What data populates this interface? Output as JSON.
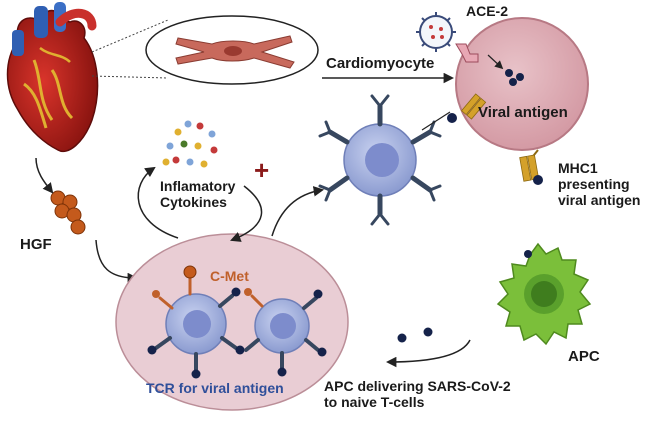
{
  "labels": {
    "ace2": "ACE-2",
    "cardiomyocyte": "Cardiomyocyte",
    "viral_antigen": "Viral antigen",
    "mhc1_line1": "MHC1",
    "mhc1_line2": "presenting",
    "mhc1_line3": "viral antigen",
    "cytokines_line1": "Inflamatory",
    "cytokines_line2": "Cytokines",
    "plus_sign": "+",
    "hgf": "HGF",
    "cmet": "C-Met",
    "tcr": "TCR for viral antigen",
    "apc": "APC",
    "apc_delivery_line1": "APC delivering SARS-CoV-2",
    "apc_delivery_line2": "to naive T-cells"
  },
  "colors": {
    "label_dark": "#1a1a1a",
    "cmet_label": "#c0602b",
    "tcr_label": "#2f4f9a",
    "plus_sign": "#8b1a1a",
    "cardiomyocyte_cell": "#dba7b0",
    "tcell_zone": "#e9cdd4",
    "tcell": "#9aa9d9",
    "apc_cell": "#7bbf3a",
    "hgf_beads": "#c45a1c",
    "receptor": "#37475f",
    "mhc1": "#d4a12a"
  },
  "icons": {
    "heart": "heart-icon",
    "virus": "virus-icon",
    "muscle_cell": "muscle-fiber-icon"
  }
}
